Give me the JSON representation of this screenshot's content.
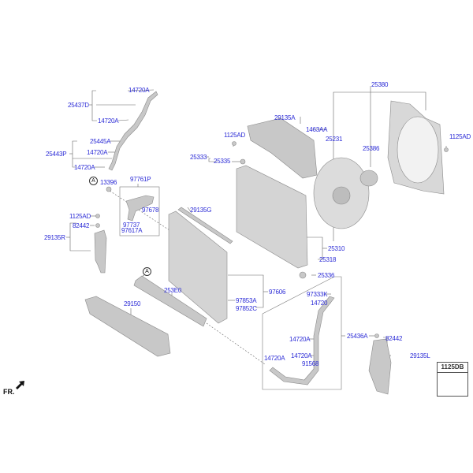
{
  "diagram": {
    "title": "Radiator / Cooling Fan Assembly Parts Diagram",
    "front_indicator": "FR.",
    "reference_marker": "A",
    "accent_color": "#2b2bd6",
    "part_fill_color": "#c8c8c8",
    "labels": {
      "p14720A_top": "14720A",
      "p25437D": "25437D",
      "p14720A_mid": "14720A",
      "p25445A": "25445A",
      "p25443P": "25443P",
      "p14720A_2": "14720A",
      "p14720A_3": "14720A",
      "p13396": "13396",
      "p97761P": "97761P",
      "p97678": "97678",
      "p97737": "97737",
      "p97617A": "97617A",
      "p1125AD_left": "1125AD",
      "p82442_left": "82442",
      "p29135R": "29135R",
      "p29135G": "29135G",
      "p253E0": "253E0",
      "p29150": "29150",
      "p29135A": "29135A",
      "p1463AA": "1463AA",
      "p1125AD_mid": "1125AD",
      "p25333": "25333",
      "p25335": "25335",
      "p25380": "25380",
      "p25231": "25231",
      "p25386": "25386",
      "p1125AD_right": "1125AD",
      "p25310": "25310",
      "p25318": "25318",
      "p25336": "25336",
      "p97606": "97606",
      "p97853A": "97853A",
      "p97852C": "97852C",
      "p97333K": "97333K",
      "p14720": "14720",
      "p25436A": "25436A",
      "p14720A_h1": "14720A",
      "p14720A_h2": "14720A",
      "p91568": "91568",
      "p14720A_h3": "14720A",
      "p82442_right": "82442",
      "p29135L": "29135L",
      "p1125DB": "1125DB"
    }
  }
}
